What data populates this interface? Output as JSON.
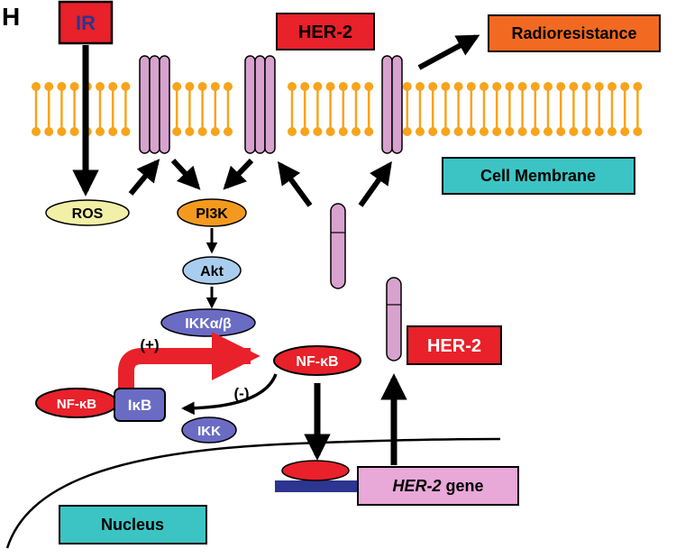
{
  "panel_letter": "H",
  "labels": {
    "ir": "IR",
    "her2_top": "HER-2",
    "radioresistance": "Radioresistance",
    "cell_membrane": "Cell Membrane",
    "ros": "ROS",
    "pi3k": "PI3K",
    "akt": "Akt",
    "ikk_ab": "IKKα/β",
    "plus": "(+)",
    "minus": "(-)",
    "nfkb_free": "NF-κB",
    "nfkb_bound": "NF-κB",
    "ikb": "IκB",
    "ikk": "IKK",
    "her2_right": "HER-2",
    "gene_italic": "HER-2",
    "gene_word": " gene",
    "nucleus": "Nucleus"
  },
  "colors": {
    "red_box": "#e8212a",
    "orange_box": "#f26a21",
    "teal_box": "#3cc4c4",
    "membrane": "#f7a41c",
    "receptor": "#d8a2cf",
    "ros": "#f2efa6",
    "pi3k": "#f39a1e",
    "akt": "#a9cdee",
    "purple_oval": "#6a6cc4",
    "nfkb": "#e8212a",
    "ikb": "#6a6cc4",
    "gene_box": "#e8a8d8",
    "dna_bar": "#2c3590"
  }
}
